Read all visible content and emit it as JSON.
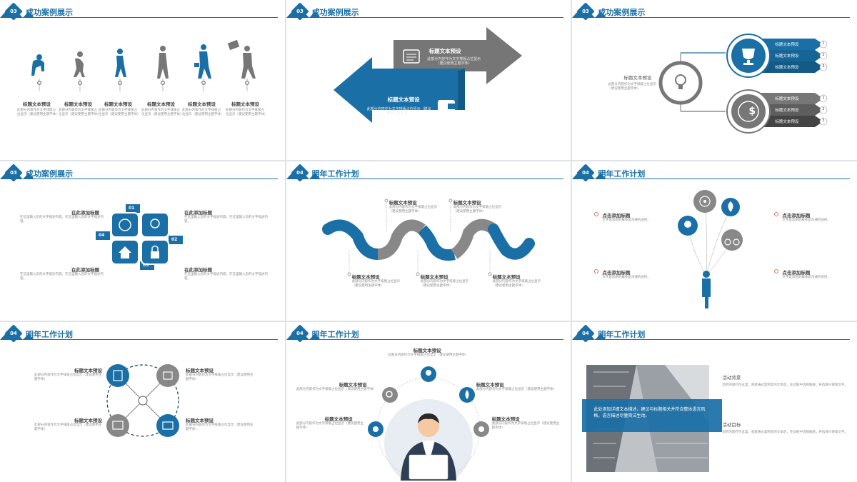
{
  "colors": {
    "primary": "#1a6fa6",
    "gray": "#777777",
    "dark": "#3f3f3f"
  },
  "s1": {
    "badge": "03",
    "title": "成功案例展示",
    "items": [
      {
        "t": "标题文本预设",
        "d": "此部分内容作为文字排版占位显示（建议使用主题字体）"
      },
      {
        "t": "标题文本预设",
        "d": "此部分内容作为文字排版占位显示（建议使用主题字体）"
      },
      {
        "t": "标题文本预设",
        "d": "此部分内容作为文字排版占位显示（建议使用主题字体）"
      },
      {
        "t": "标题文本预设",
        "d": "此部分内容作为文字排版占位显示（建议使用主题字体）"
      },
      {
        "t": "标题文本预设",
        "d": "此部分内容作为文字排版占位显示（建议使用主题字体）"
      },
      {
        "t": "标题文本预设",
        "d": "此部分内容作为文字排版占位显示（建议使用主题字体）"
      }
    ]
  },
  "s2": {
    "badge": "03",
    "title": "成功案例展示",
    "top": {
      "t": "标题文本预设",
      "d": "此部分内容作为文字排版占位显示（建议使用主题字体）"
    },
    "bottom": {
      "t": "标题文本预设",
      "d": "此部分内容作为文字排版占位显示（建议使用主题字体）"
    }
  },
  "s3": {
    "badge": "03",
    "title": "成功案例展示",
    "center": {
      "t": "标题文本预设",
      "d": "此部分内容作为文字排版占位显示（建议使用主题字体）"
    },
    "upper": [
      "标题文本预设",
      "标题文本预设",
      "标题文本预设"
    ],
    "lower": [
      "标题文本预设",
      "标题文本预设",
      "标题文本预设"
    ],
    "nums": [
      "1",
      "2",
      "3"
    ]
  },
  "s4": {
    "badge": "03",
    "title": "成功案例展示",
    "nums": [
      "01",
      "02",
      "03",
      "04"
    ],
    "items": [
      {
        "t": "在此添加标题",
        "d": "在这里输入您的文字描述内容。在这里输入您的文字描述内容。"
      },
      {
        "t": "在此添加标题",
        "d": "在这里输入您的文字描述内容。在这里输入您的文字描述内容。"
      },
      {
        "t": "在此添加标题",
        "d": "在这里输入您的文字描述内容。在这里输入您的文字描述内容。"
      },
      {
        "t": "在此添加标题",
        "d": "在这里输入您的文字描述内容。在这里输入您的文字描述内容。"
      }
    ]
  },
  "s5": {
    "badge": "04",
    "title": "明年工作计划",
    "items": [
      {
        "t": "标题文本预设",
        "d": "此部分内容作为文字排版占位显示（建议使用主题字体）"
      },
      {
        "t": "标题文本预设",
        "d": "此部分内容作为文字排版占位显示（建议使用主题字体）"
      },
      {
        "t": "标题文本预设",
        "d": "此部分内容作为文字排版占位显示（建议使用主题字体）"
      },
      {
        "t": "标题文本预设",
        "d": "此部分内容作为文字排版占位显示（建议使用主题字体）"
      },
      {
        "t": "标题文本预设",
        "d": "此部分内容作为文字排版占位显示（建议使用主题字体）"
      }
    ]
  },
  "s6": {
    "badge": "04",
    "title": "明年工作计划",
    "items": [
      {
        "t": "点击添加标题",
        "d": "文字是思想的载体是沟通的途径。"
      },
      {
        "t": "点击添加标题",
        "d": "文字是思想的载体是沟通的途径。"
      },
      {
        "t": "点击添加标题",
        "d": "文字是思想的载体是沟通的途径。"
      },
      {
        "t": "点击添加标题",
        "d": "文字是思想的载体是沟通的途径。"
      }
    ]
  },
  "s7": {
    "badge": "04",
    "title": "明年工作计划",
    "items": [
      {
        "t": "标题文本预设",
        "d": "此部分内容作为文字排版占位显示（建议使用主题字体）"
      },
      {
        "t": "标题文本预设",
        "d": "此部分内容作为文字排版占位显示（建议使用主题字体）"
      },
      {
        "t": "标题文本预设",
        "d": "此部分内容作为文字排版占位显示（建议使用主题字体）"
      },
      {
        "t": "标题文本预设",
        "d": "此部分内容作为文字排版占位显示（建议使用主题字体）"
      }
    ]
  },
  "s8": {
    "badge": "04",
    "title": "明年工作计划",
    "items": [
      {
        "t": "标题文本预设",
        "d": "此部分内容作为文字排版占位显示（建议使用主题字体）"
      },
      {
        "t": "标题文本预设",
        "d": "此部分内容作为文字排版占位显示（建议使用主题字体）"
      },
      {
        "t": "标题文本预设",
        "d": "此部分内容作为文字排版占位显示（建议使用主题字体）"
      },
      {
        "t": "标题文本预设",
        "d": "此部分内容作为文字排版占位显示（建议使用主题字体）"
      },
      {
        "t": "标题文本预设",
        "d": "此部分内容作为文字排版占位显示（建议使用主题字体）"
      }
    ]
  },
  "s9": {
    "badge": "04",
    "title": "明年工作计划",
    "overlay": "此处添加详细文本描述，建议与标题相关并符合整体语言风格，语言描述尽量简洁生动。",
    "h1": "活动背景",
    "p1": "您的内容打在这里，或者通过复制您的文本后，在此框中选择粘贴，并选择只保留文字。",
    "h2": "活动目标",
    "p2": "您的内容打在这里，或者通过复制您的文本后，在此框中选择粘贴，并选择只保留文字。"
  }
}
